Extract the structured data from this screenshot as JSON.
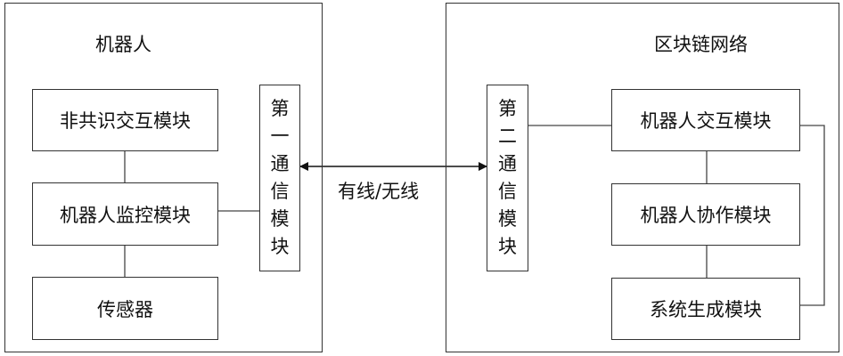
{
  "robot": {
    "title": "机器人",
    "modules": {
      "non_consensus": "非共识交互模块",
      "monitor": "机器人监控模块",
      "sensor": "传感器"
    },
    "comm": "第一通信模块"
  },
  "blockchain": {
    "title": "区块链网络",
    "modules": {
      "interaction": "机器人交互模块",
      "collaboration": "机器人协作模块",
      "system_gen": "系统生成模块"
    },
    "comm": "第二通信模块"
  },
  "link": {
    "label": "有线/无线"
  }
}
